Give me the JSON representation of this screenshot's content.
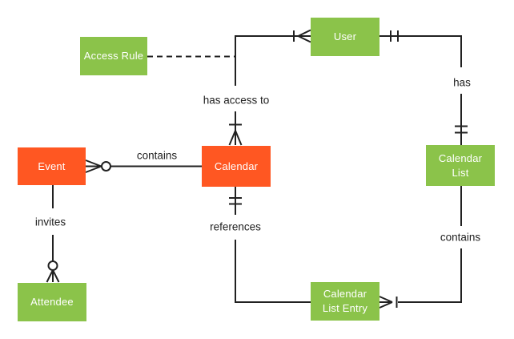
{
  "diagram": {
    "background_color": "#ffffff",
    "line_color": "#212121",
    "label_color": "#212121",
    "colors": {
      "entity_orange": "#ff5722",
      "entity_green": "#8bc34a",
      "entity_text": "#ffffff"
    },
    "entities": [
      {
        "id": "event",
        "label": "Event",
        "color": "#ff5722"
      },
      {
        "id": "calendar",
        "label": "Calendar",
        "color": "#ff5722"
      },
      {
        "id": "access_rule",
        "label": "Access Rule",
        "color": "#8bc34a"
      },
      {
        "id": "user",
        "label": "User",
        "color": "#8bc34a"
      },
      {
        "id": "calendar_list",
        "label": "Calendar List",
        "color": "#8bc34a"
      },
      {
        "id": "attendee",
        "label": "Attendee",
        "color": "#8bc34a"
      },
      {
        "id": "calendar_list_entry",
        "label": "Calendar List Entry",
        "color": "#8bc34a"
      }
    ],
    "relationships": [
      {
        "id": "contains_event",
        "label": "contains",
        "from": "Calendar",
        "to": "Event",
        "notation": "zero-or-many crow's foot with ring at Event"
      },
      {
        "id": "has_access_to",
        "label": "has access to",
        "from": "User",
        "to": "Calendar",
        "notation": "one-or-many crow's foot with tick at both ends"
      },
      {
        "id": "has",
        "label": "has",
        "from": "User",
        "to": "Calendar List",
        "notation": "double tick at User side, double tick at Calendar List side"
      },
      {
        "id": "contains_entry",
        "label": "contains",
        "from": "Calendar List",
        "to": "Calendar List Entry",
        "notation": "one-or-many crow's foot with tick at Calendar List Entry"
      },
      {
        "id": "references",
        "label": "references",
        "from": "Calendar List Entry",
        "to": "Calendar",
        "notation": "double tick at Calendar side"
      },
      {
        "id": "invites",
        "label": "invites",
        "from": "Event",
        "to": "Attendee",
        "notation": "zero-or-many crow's foot with ring at Attendee"
      },
      {
        "id": "access_rule_link",
        "label": "",
        "from": "Access Rule",
        "to": "has access to connector",
        "notation": "dashed line"
      }
    ]
  }
}
